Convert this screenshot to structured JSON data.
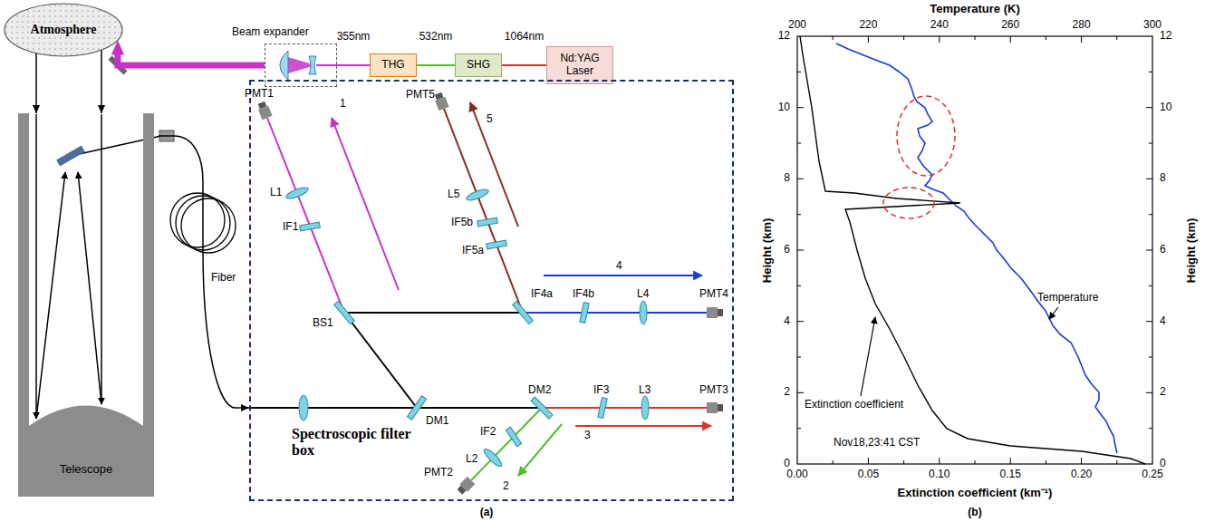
{
  "diagram": {
    "nodes": [
      {
        "text": [
          "Atmosphere"
        ]
      },
      {
        "text": [
          "Beam expander"
        ]
      },
      {
        "text": [
          "THG"
        ]
      },
      {
        "text": [
          "SHG"
        ]
      },
      {
        "text": [
          "Nd:YAG Laser"
        ]
      },
      {
        "text": [
          "Telescope"
        ]
      },
      {
        "text": [
          "Spectroscopic filter box"
        ]
      }
    ],
    "edges": [
      {
        "from": 4,
        "to": 3,
        "label": "1064nm",
        "arrow": "none"
      },
      {
        "from": 3,
        "to": 2,
        "label": "532nm",
        "arrow": "none"
      },
      {
        "from": 2,
        "to": 1,
        "label": "355nm",
        "arrow": "none"
      },
      {
        "from": 1,
        "to": 0,
        "arrow": "to"
      },
      {
        "from": 0,
        "to": 5,
        "arrow": "to"
      },
      {
        "from": 0,
        "to": 5,
        "arrow": "to"
      },
      {
        "from": 5,
        "to": 6,
        "label": "Fiber",
        "arrow": "to"
      }
    ],
    "labels": [
      "PMT1",
      "PMT5",
      "5",
      "1",
      "L1",
      "L5",
      "IF1",
      "IF5b",
      "IF5a",
      "4",
      "IF4a",
      "IF4b",
      "L4",
      "PMT4",
      "BS1",
      "DM1",
      "DM2",
      "IF3",
      "L3",
      "PMT3",
      "3",
      "IF2",
      "L2",
      "PMT2",
      "2",
      "(a)",
      "Temperature (K)",
      "200",
      "220",
      "240",
      "260",
      "280",
      "300",
      "12",
      "10",
      "8",
      "6",
      "4",
      "2",
      "0",
      "12",
      "10",
      "8",
      "6",
      "4",
      "2",
      "0",
      "Height (km)",
      "Height (km)",
      "Temperature",
      "Extinction coefficient",
      "Nov18,23:41 CST",
      "0.00",
      "0.05",
      "0.10",
      "0.15",
      "0.20",
      "0.25",
      "Extinction coefficient (km⁻¹)",
      "(b)"
    ]
  }
}
